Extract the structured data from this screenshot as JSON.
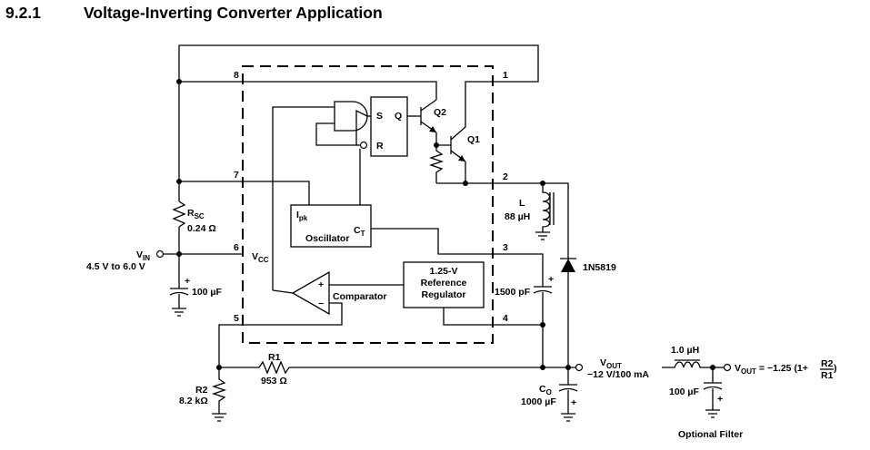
{
  "section": {
    "number": "9.2.1",
    "title": "Voltage-Inverting Converter Application"
  },
  "pins": [
    "8",
    "1",
    "7",
    "2",
    "6",
    "3",
    "5",
    "4"
  ],
  "blocks": {
    "latch_s": "S",
    "latch_q": "Q",
    "latch_r": "R",
    "oscillator": "Oscillator",
    "ipk_main": "I",
    "ipk_sub": "pk",
    "ct_main": "C",
    "ct_sub": "T",
    "reference_line1": "1.25-V",
    "reference_line2": "Reference",
    "reference_line3": "Regulator",
    "comparator": "Comparator",
    "vcc_main": "V",
    "vcc_sub": "CC",
    "comp_plus": "+",
    "comp_minus": "−"
  },
  "transistors": {
    "q1": "Q1",
    "q2": "Q2"
  },
  "components": {
    "rsc_main": "R",
    "rsc_sub": "SC",
    "rsc_value": "0.24 Ω",
    "vin_main": "V",
    "vin_sub": "IN",
    "vin_range": "4.5 V to 6.0 V",
    "cin_value": "100 µF",
    "inductor_name": "L",
    "inductor_value": "88 µH",
    "diode": "1N5819",
    "ct_value": "1500 pF",
    "r1_name": "R1",
    "r1_value": "953 Ω",
    "r2_name": "R2",
    "r2_value": "8.2 kΩ",
    "co_main": "C",
    "co_sub": "O",
    "co_value": "1000 µF",
    "vout_main": "V",
    "vout_sub": "OUT",
    "vout_spec": "−12 V/100 mA",
    "plus": "+"
  },
  "filter": {
    "inductor_value": "1.0 µH",
    "cap_value": "100 µF",
    "vout_main": "V",
    "vout_sub": "OUT",
    "formula_prefix": "= −1.25 (1+",
    "formula_num": "R2",
    "formula_den": "R1",
    "formula_suffix": ")",
    "caption": "Optional Filter"
  }
}
